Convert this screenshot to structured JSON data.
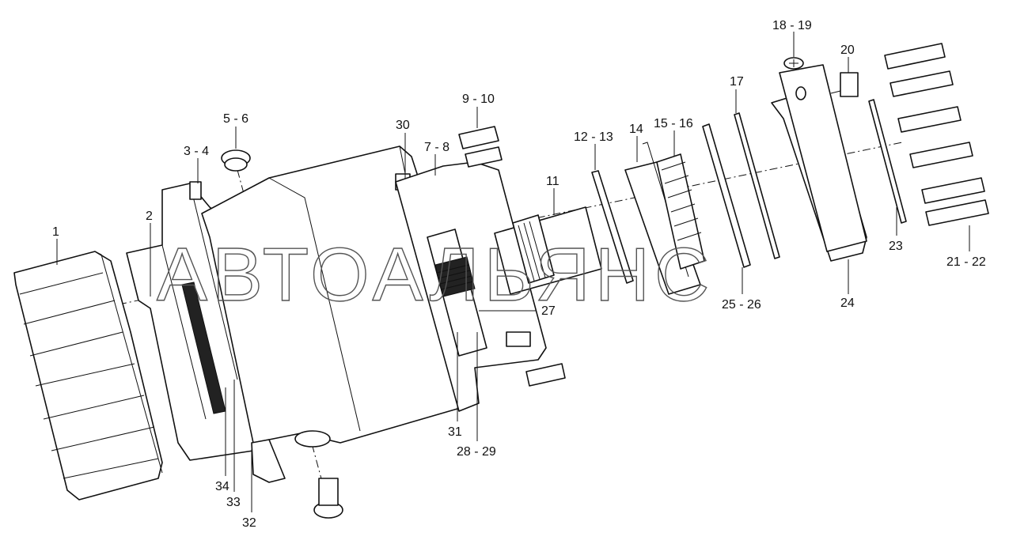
{
  "watermark": "АВТОАЛЬЯНС",
  "callouts": [
    {
      "id": "c1",
      "text": "1"
    },
    {
      "id": "c2",
      "text": "2"
    },
    {
      "id": "c3",
      "text": "3 - 4"
    },
    {
      "id": "c5",
      "text": "5 - 6"
    },
    {
      "id": "c7",
      "text": "7 - 8"
    },
    {
      "id": "c9",
      "text": "9 - 10"
    },
    {
      "id": "c11",
      "text": "11"
    },
    {
      "id": "c12",
      "text": "12 - 13"
    },
    {
      "id": "c14",
      "text": "14"
    },
    {
      "id": "c15",
      "text": "15 - 16"
    },
    {
      "id": "c17",
      "text": "17"
    },
    {
      "id": "c18",
      "text": "18 - 19"
    },
    {
      "id": "c20",
      "text": "20"
    },
    {
      "id": "c21",
      "text": "21 - 22"
    },
    {
      "id": "c23",
      "text": "23"
    },
    {
      "id": "c24",
      "text": "24"
    },
    {
      "id": "c25",
      "text": "25 - 26"
    },
    {
      "id": "c27",
      "text": "27"
    },
    {
      "id": "c28",
      "text": "28 - 29"
    },
    {
      "id": "c30",
      "text": "30"
    },
    {
      "id": "c31",
      "text": "31"
    },
    {
      "id": "c32",
      "text": "32"
    },
    {
      "id": "c33",
      "text": "33"
    },
    {
      "id": "c34",
      "text": "34"
    }
  ]
}
